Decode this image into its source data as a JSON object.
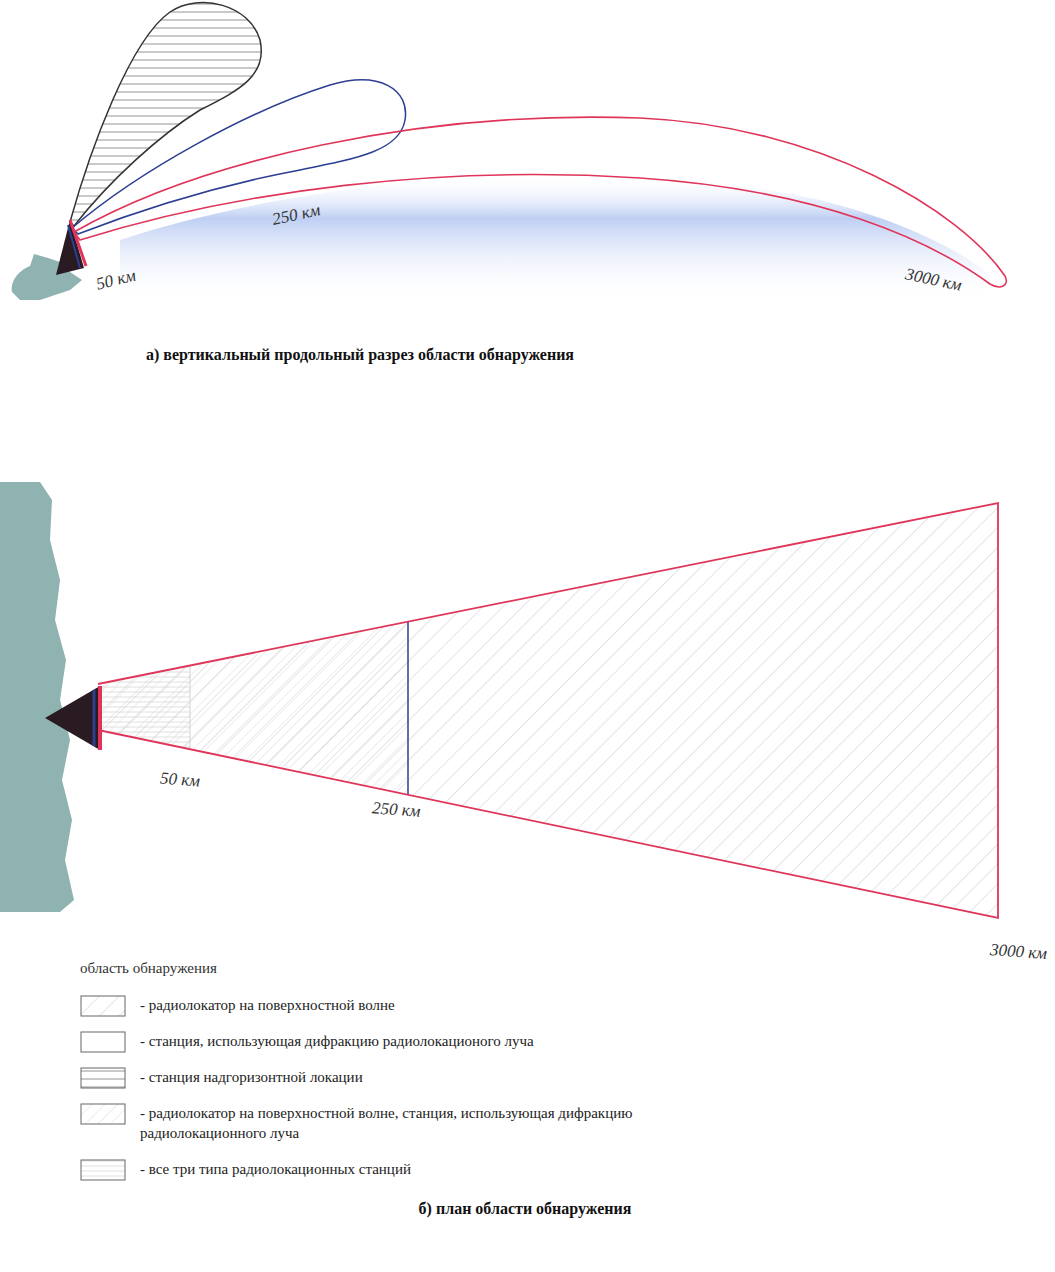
{
  "diagram": {
    "labels": [
      "250 км",
      "50 км",
      "3000 км",
      "а) вертикальный продольный разрез области обнаружения",
      "50 км",
      "250 км",
      "3000 км",
      "область обнаружения",
      "б) план области обнаружения"
    ],
    "legend": [
      {
        "text": "- радиолокатор на поверхностной волне"
      },
      {
        "text": "- станция, использующая дифракцию радиолокационого луча"
      },
      {
        "text": "- станция надгоризонтной локации"
      },
      {
        "text": "- радиолокатор на поверхностной волне, станция, использующая дифракцию радиолокационного луча"
      },
      {
        "text": "- все три типа радиолокационных станций"
      }
    ]
  }
}
